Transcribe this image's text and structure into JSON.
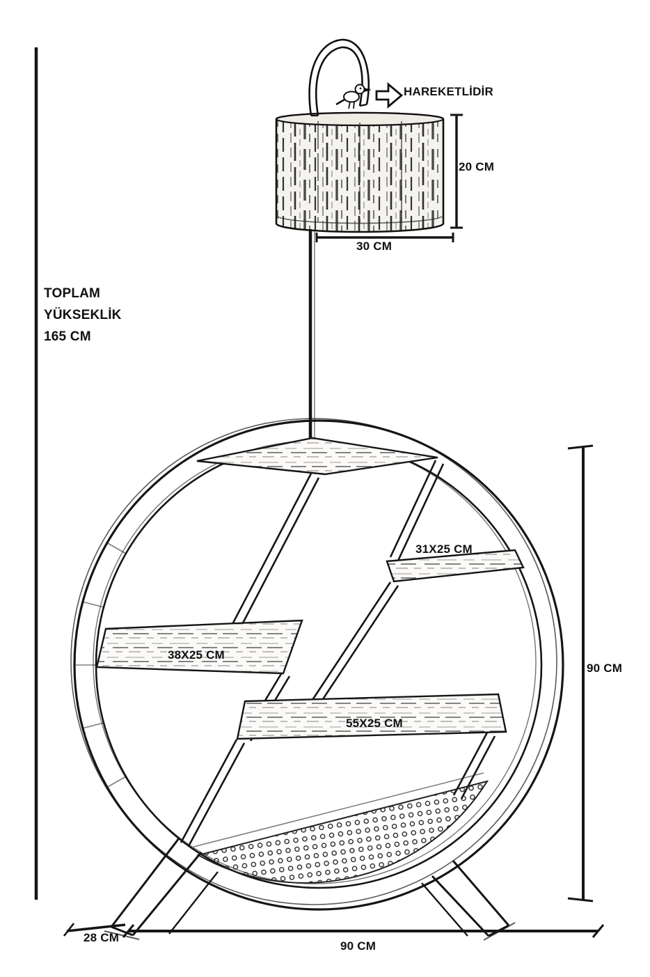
{
  "colors": {
    "ink": "#1a1a1a",
    "background": "#ffffff"
  },
  "labels": {
    "movable": "HAREKETLİDİR",
    "lamp_height": "20 CM",
    "lamp_width": "30 CM",
    "total_height": {
      "line1": "TOPLAM",
      "line2": "YÜKSEKLİK",
      "line3": "165 CM"
    },
    "shelf_right": "31X25 CM",
    "shelf_left": "38X25 CM",
    "shelf_center": "55X25 CM",
    "frame_height": "90 CM",
    "base_depth": "28 CM",
    "base_width": "90 CM"
  }
}
